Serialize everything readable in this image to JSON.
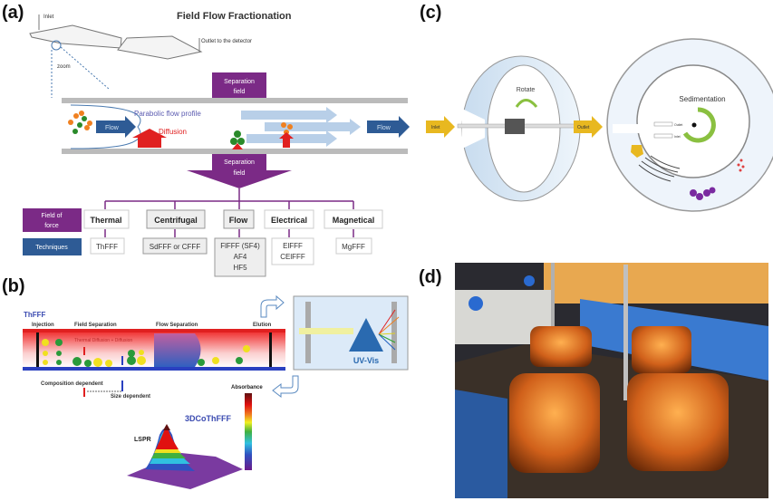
{
  "panel_a": {
    "label": "(a)",
    "title": "Field Flow Fractionation",
    "inlet": "Inlet",
    "outlet": "Outlet to the detector",
    "zoom": "zoom",
    "separation_field_top": [
      "Separation",
      "field"
    ],
    "separation_field_bottom": [
      "Separation",
      "field"
    ],
    "parabolic": "Parabolic flow profile",
    "diffusion": "Diffusion",
    "flow_left": "Flow",
    "flow_right": "Flow",
    "field_of_force": [
      "Field of",
      "force"
    ],
    "techniques_label": "Techniques",
    "fields": [
      "Thermal",
      "Centrifugal",
      "Flow",
      "Electrical",
      "Magnetical"
    ],
    "techniques": [
      [
        "ThFFF"
      ],
      [
        "SdFFF or CFFF"
      ],
      [
        "FlFFF (SF4)",
        "AF4",
        "HF5"
      ],
      [
        "ElFFF",
        "CElFFF"
      ],
      [
        "MgFFF"
      ]
    ],
    "colors": {
      "purple": "#7b2a86",
      "blue": "#2e5b95",
      "red": "#e02020"
    }
  },
  "panel_b": {
    "label": "(b)",
    "method": "ThFFF",
    "stages": [
      "Injection",
      "Field  Separation",
      "Flow Separation",
      "Elution"
    ],
    "thermal_text": "Thermal Diffusion  +  Diffusion",
    "composition": "Composition dependent",
    "size": "Size dependent",
    "uvvis": "UV-Vis",
    "absorbance": "Absorbance",
    "product": "3DCoThFFF",
    "lspr": "LSPR"
  },
  "panel_c": {
    "label": "(c)",
    "rotate": "Rotate",
    "inlet": "Inlet",
    "outlet": "Outlet",
    "sedimentation": "Sedimentation",
    "small_outlet": "Outlet",
    "small_inlet": "Inlet"
  },
  "panel_d": {
    "label": "(d)"
  }
}
